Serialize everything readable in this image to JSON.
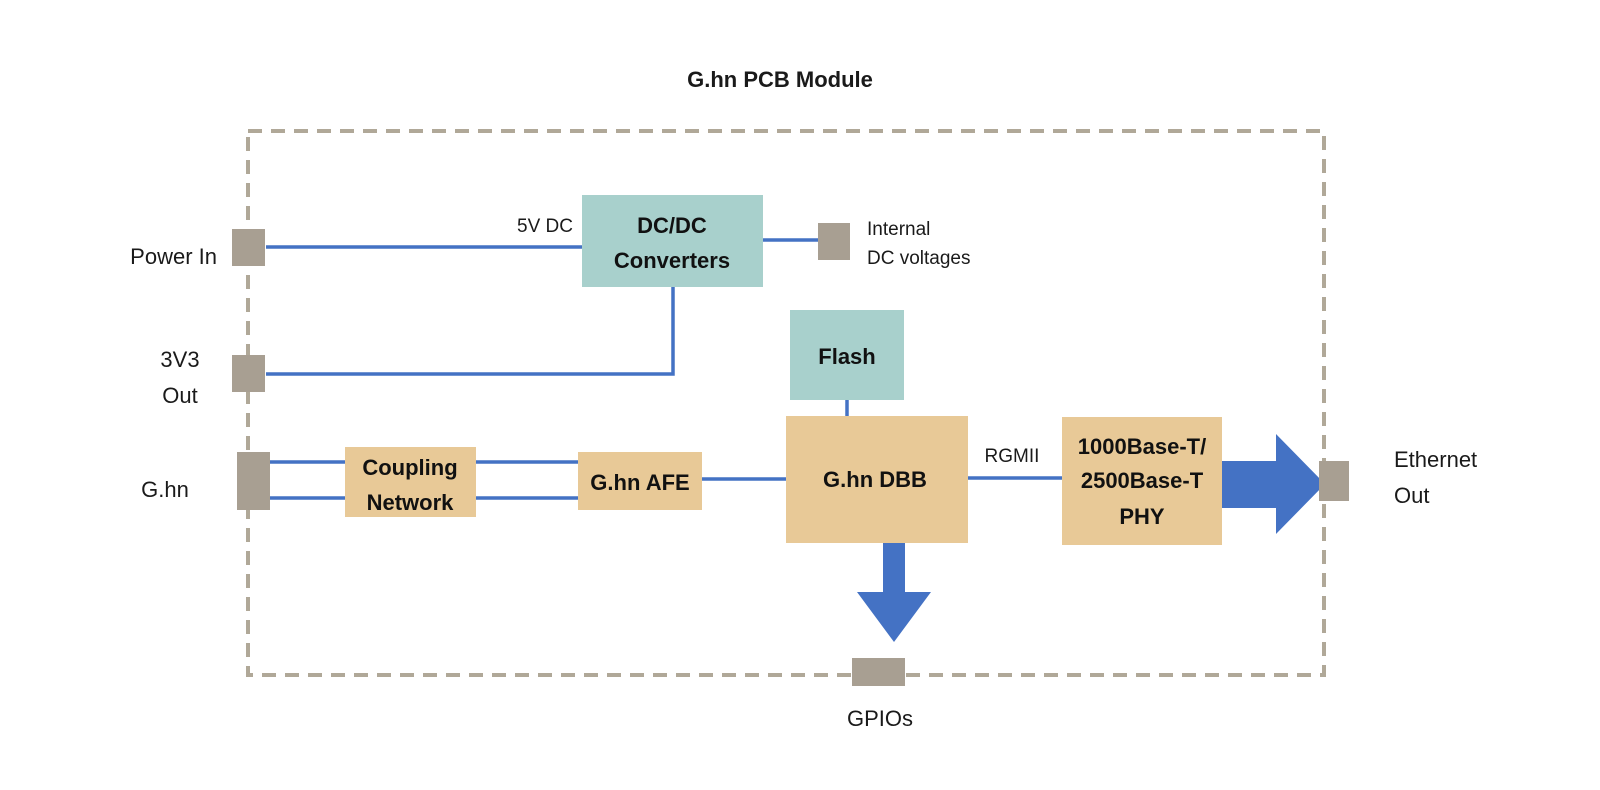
{
  "diagram": {
    "title": "G.hn PCB Module",
    "colors": {
      "boundary": "#b0a898",
      "line": "#4472c4",
      "arrow": "#4472c4",
      "connector": "#a89f92",
      "teal_block": "#a8d0cc",
      "tan_block": "#e8c997"
    },
    "ports": {
      "power_in": "Power In",
      "out_3v3_line1": "3V3",
      "out_3v3_line2": "Out",
      "ghn": "G.hn",
      "ethernet_line1": "Ethernet",
      "ethernet_line2": "Out",
      "gpios": "GPIOs",
      "internal_line1": "Internal",
      "internal_line2": "DC voltages"
    },
    "blocks": {
      "dcdc_line1": "DC/DC",
      "dcdc_line2": "Converters",
      "flash": "Flash",
      "coupling_line1": "Coupling",
      "coupling_line2": "Network",
      "afe": "G.hn AFE",
      "dbb": "G.hn DBB",
      "phy_line1": "1000Base-T/",
      "phy_line2": "2500Base-T",
      "phy_line3": "PHY"
    },
    "line_labels": {
      "five_v": "5V DC",
      "rgmii": "RGMII"
    }
  }
}
